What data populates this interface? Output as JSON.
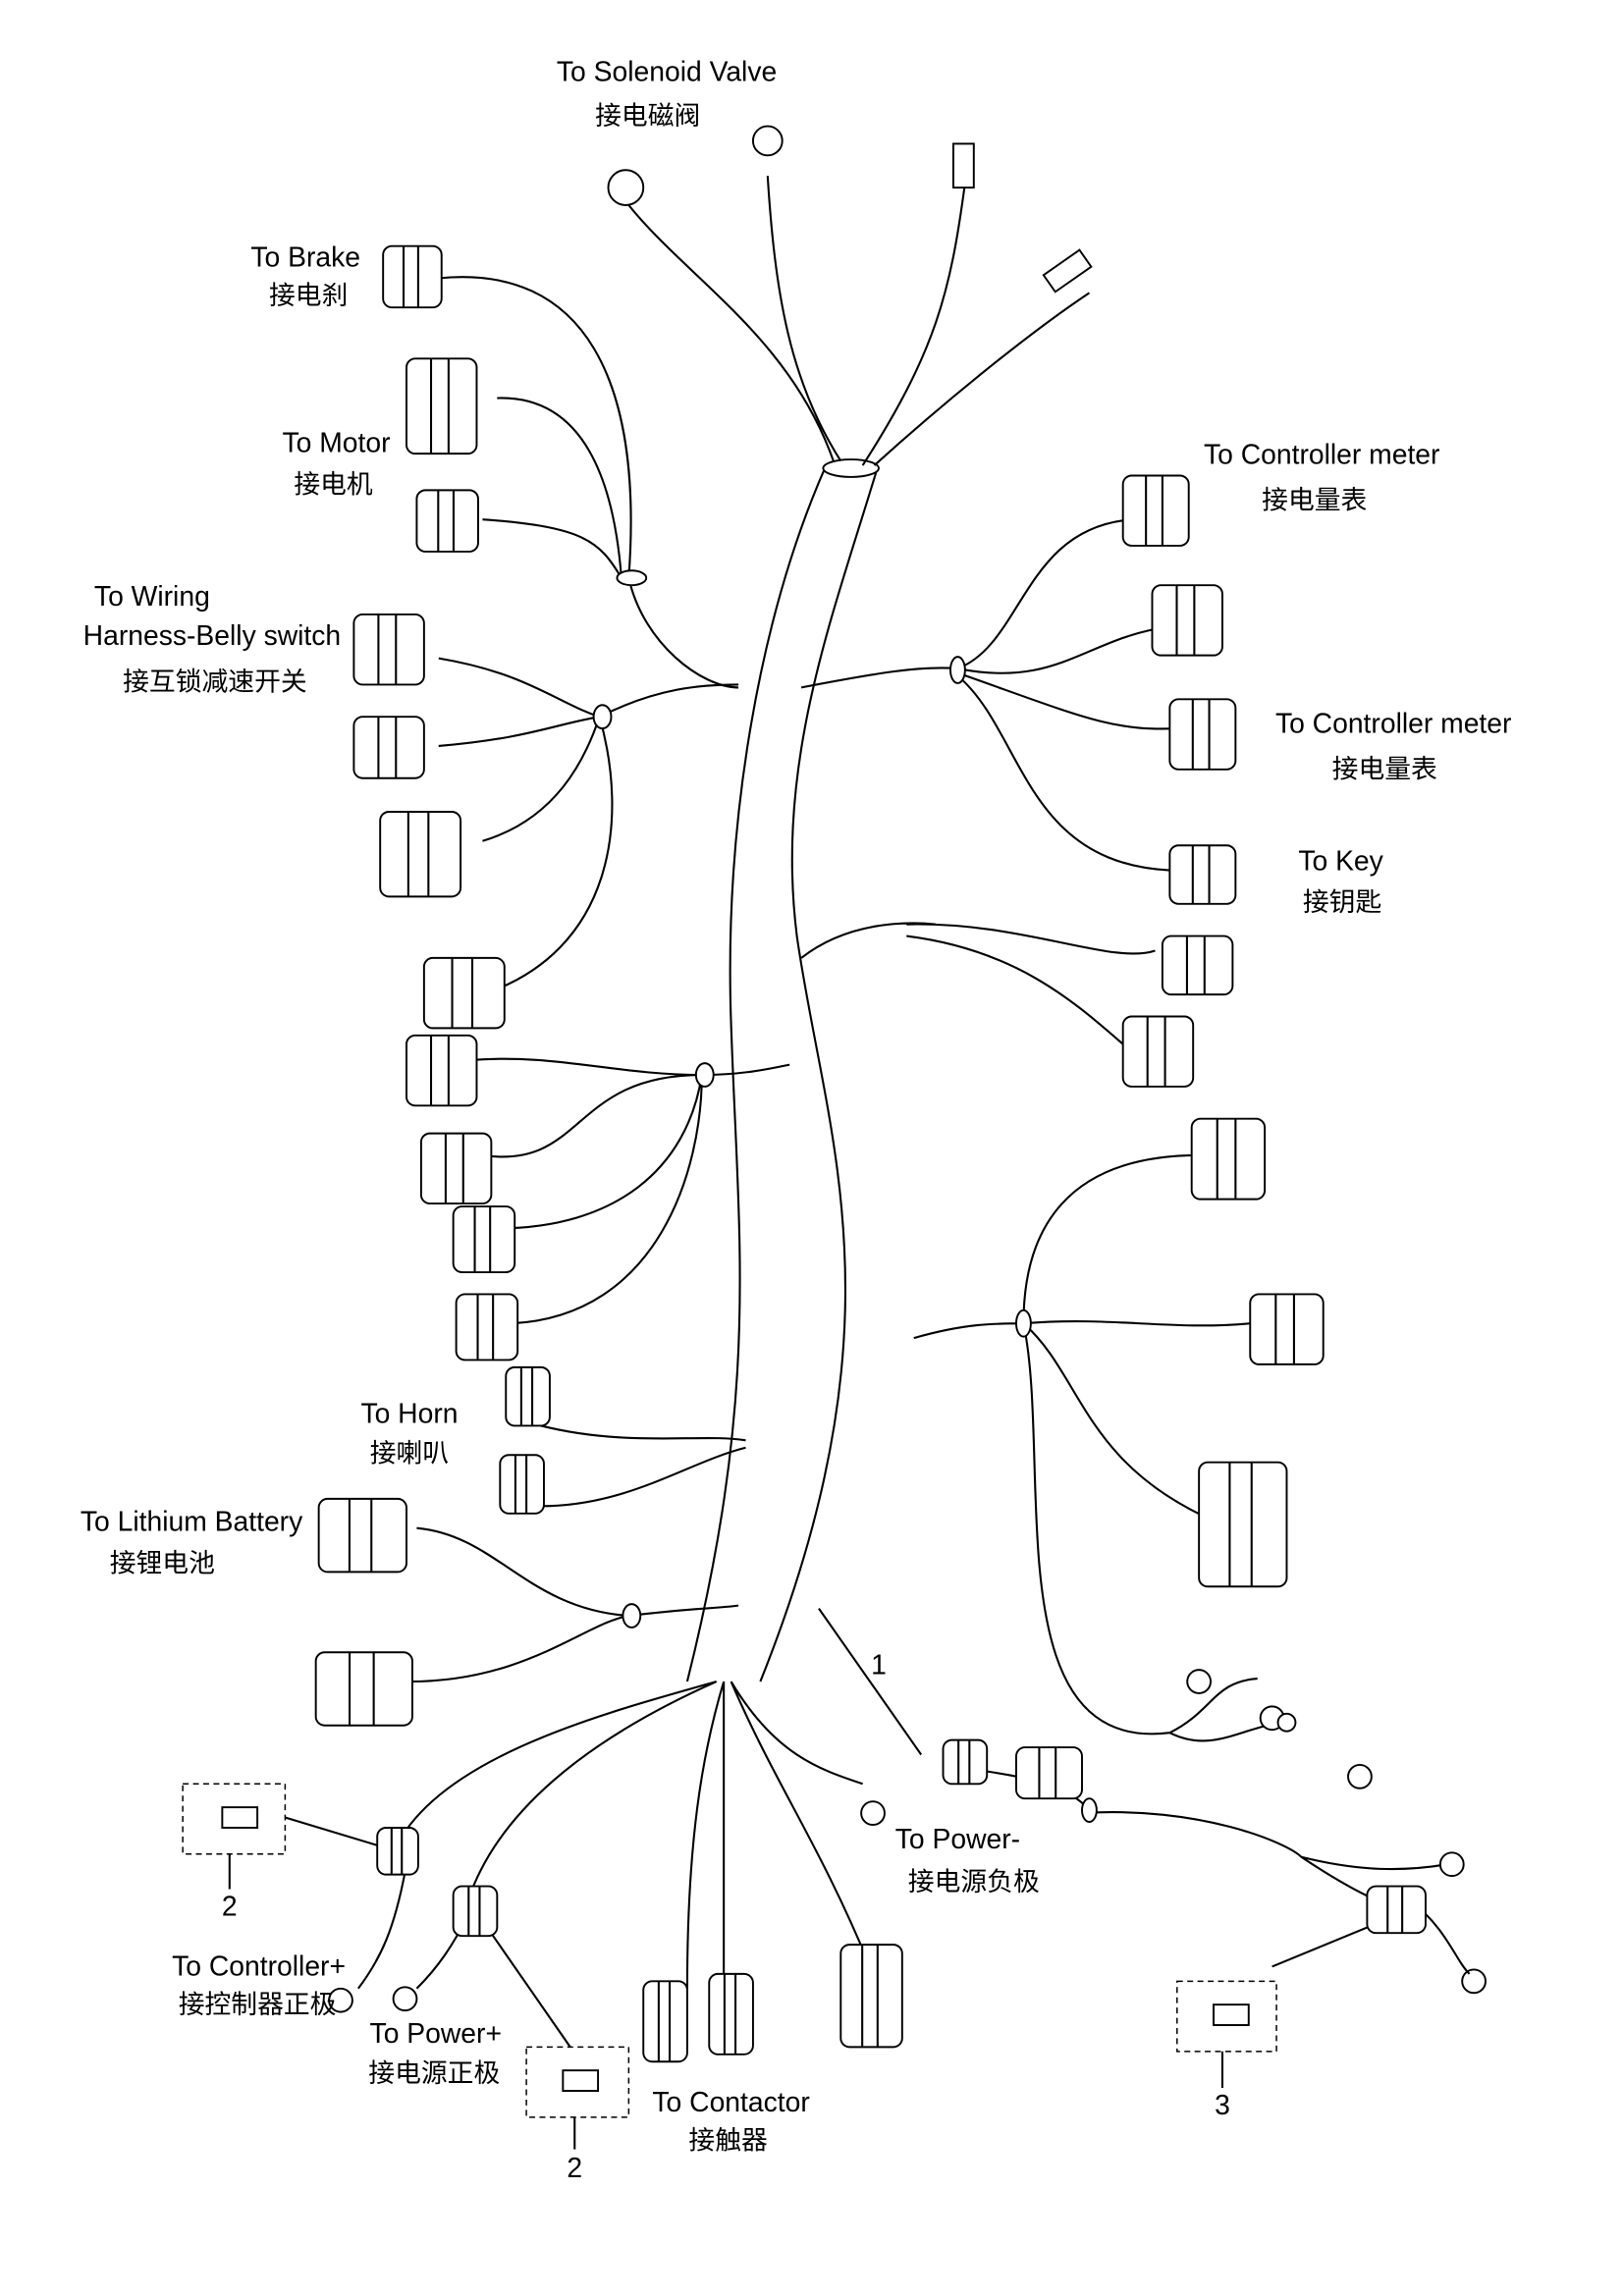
{
  "labels": {
    "solenoid_en": "To Solenoid Valve",
    "solenoid_cn": "接电磁阀",
    "brake_en": "To  Brake",
    "brake_cn": "接电刹",
    "motor_en": "To Motor",
    "motor_cn": "接电机",
    "wiring_en1": "To  Wiring",
    "wiring_en2": "Harness-Belly switch",
    "wiring_cn": "接互锁减速开关",
    "meter1_en": "To Controller meter",
    "meter1_cn": "接电量表",
    "meter2_en": "To Controller meter",
    "meter2_cn": "接电量表",
    "key_en": "To Key",
    "key_cn": "接钥匙",
    "horn_en": "To Horn",
    "horn_cn": "接喇叭",
    "battery_en": "To Lithium Battery",
    "battery_cn": "接锂电池",
    "power_neg_en": "To Power-",
    "power_neg_cn": "接电源负极",
    "ctrl_pos_en": "To Controller+",
    "ctrl_pos_cn": "接控制器正极",
    "power_pos_en": "To Power+",
    "power_pos_cn": "接电源正极",
    "contactor_en": "To Contactor",
    "contactor_cn": "接触器"
  },
  "callouts": {
    "harness": "1",
    "fuse_a": "2",
    "fuse_b": "2",
    "fuse_c": "3"
  }
}
